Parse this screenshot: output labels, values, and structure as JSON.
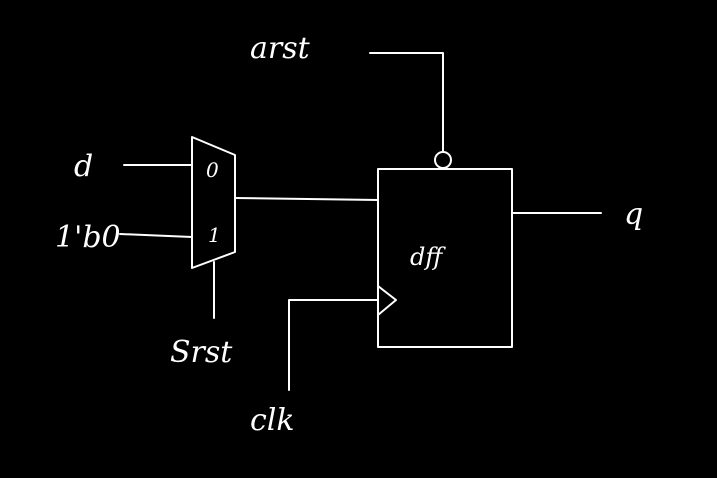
{
  "labels": {
    "arst": "arst",
    "d": "d",
    "const_zero": "1'b0",
    "mux_in0": "0",
    "mux_in1": "1",
    "srst": "Srst",
    "dff": "dff",
    "q": "q",
    "clk": "clk"
  },
  "colors": {
    "background": "#000000",
    "ink": "#ffffff"
  }
}
